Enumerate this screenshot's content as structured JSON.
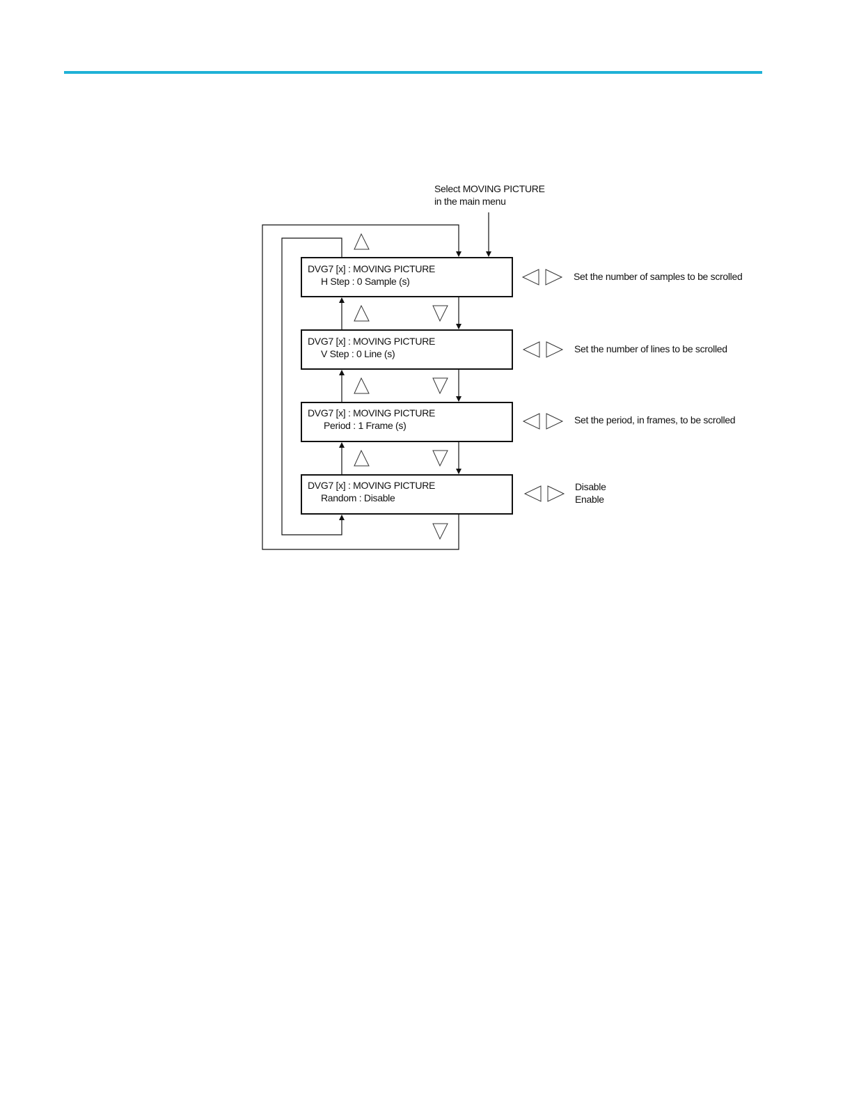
{
  "entry_label": {
    "line1": "Select MOVING PICTURE",
    "line2": "in the main menu"
  },
  "screens": [
    {
      "title": "DVG7 [x] : MOVING PICTURE",
      "value": "H Step : 0 Sample (s)",
      "description": [
        "Set the number of samples to be scrolled"
      ]
    },
    {
      "title": "DVG7 [x] :  MOVING PICTURE",
      "value": "V Step : 0 Line (s)",
      "description": [
        "Set the number of lines to be scrolled"
      ]
    },
    {
      "title": "DVG7 [x] : MOVING PICTURE",
      "value": "Period : 1 Frame (s)",
      "description": [
        "Set the period, in frames, to be scrolled"
      ]
    },
    {
      "title": "DVG7 [x] : MOVING PICTURE",
      "value": "Random :  Disable",
      "description": [
        "Disable",
        "Enable"
      ]
    }
  ]
}
